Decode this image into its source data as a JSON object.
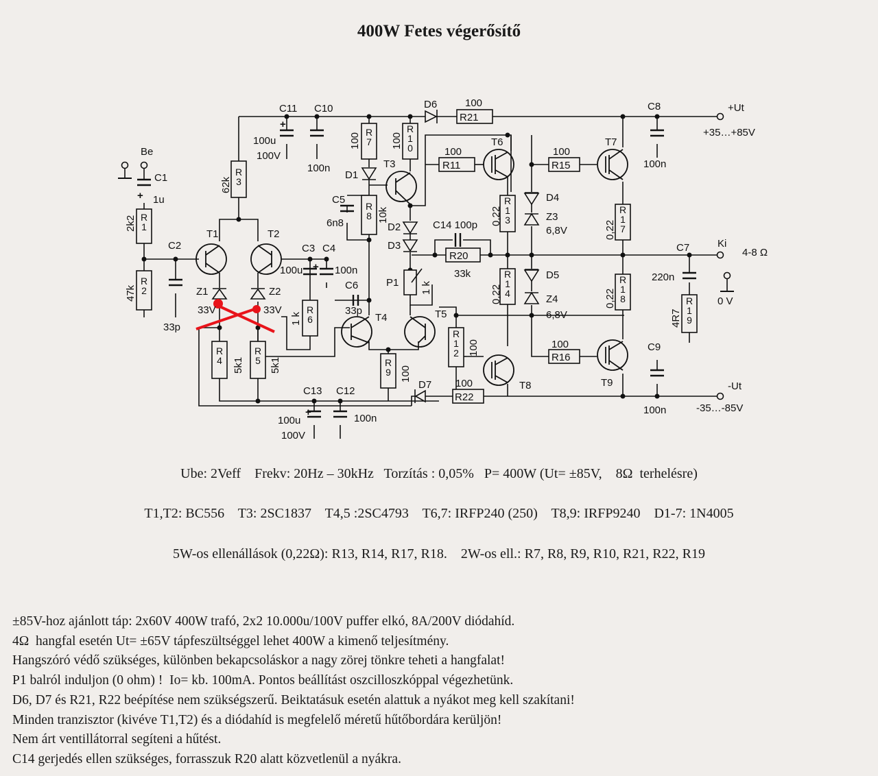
{
  "title": "400W Fetes végerősítő",
  "labels": {
    "be": "Be",
    "c1": "C1",
    "c1_val": "1u",
    "r2_val": "2k2",
    "r2_lbl": "R\n1",
    "c2": "C2",
    "c2_val": "33p",
    "r47k": "47k",
    "r2b": "R\n2",
    "r3_val": "62k",
    "r3": "R\n3",
    "t1": "T1",
    "t2": "T2",
    "z1": "Z1",
    "z2": "Z2",
    "z1_val": "33V",
    "z2_val": "33V",
    "r4": "R\n4",
    "r5": "R\n5",
    "r4_val": "5k1",
    "r5_val": "5k1",
    "c11": "C11",
    "c10": "C10",
    "c11_val1": "100u",
    "c11_val2": "100V",
    "c10_val": "100n",
    "c3": "C3",
    "c4": "C4",
    "c3_val": "100u",
    "c4_val": "100n",
    "r6": "R\n6",
    "r6_val": "1 k",
    "c6": "C6",
    "c6_val": "33p",
    "r7": "R\n7",
    "r7_val": "100",
    "d1": "D1",
    "c5": "C5",
    "c5_val": "6n8",
    "r8": "R\n8",
    "r8_val": "10k",
    "r10": "R\n1\n0",
    "r10_val": "100",
    "t3": "T3",
    "d2": "D2",
    "d3": "D3",
    "t4": "T4",
    "t5": "T5",
    "p1": "P1",
    "p1_val": "1 k",
    "r9": "R\n9",
    "r9_val": "100",
    "c13": "C13",
    "c12": "C12",
    "c13_val1": "100u",
    "c13_val2": "100V",
    "c12_val": "100n",
    "d6": "D6",
    "r21_val": "100",
    "r21": "R21",
    "d7": "D7",
    "r22_val": "100",
    "r22": "R22",
    "r11": "R11",
    "r11_val": "100",
    "t6": "T6",
    "c14": "C14 100p",
    "r20": "R20",
    "r20_val": "33k",
    "r12": "R\n1\n2",
    "r12_val": "100",
    "t8": "T8",
    "r13": "R\n1\n3",
    "r13_val": "0,22",
    "r14": "R\n1\n4",
    "r14_val": "0,22",
    "d4": "D4",
    "z3": "Z3",
    "z3_val": "6,8V",
    "d5": "D5",
    "z4": "Z4",
    "z4_val": "6,8V",
    "r15": "R15",
    "r15_val": "100",
    "r16": "R16",
    "r16_val": "100",
    "t7": "T7",
    "t9": "T9",
    "r17": "R\n1\n7",
    "r17_val": "0,22",
    "r18": "R\n1\n8",
    "r18_val": "0,22",
    "c8": "C8",
    "c8_val": "100n",
    "c9": "C9",
    "c9_val": "100n",
    "c7": "C7",
    "c7_val": "220n",
    "r19": "R\n1\n9",
    "r19_val": "4R7",
    "ki": "Ki",
    "ki_val": "4-8 Ω",
    "zero_v": "0 V",
    "plus_ut": "+Ut",
    "plus_range": "+35…+85V",
    "minus_ut": "-Ut",
    "minus_range": "-35…-85V"
  },
  "specs": [
    "Ube: 2Veff    Frekv: 20Hz – 30kHz   Torzítás : 0,05%   P= 400W (Ut= ±85V,    8Ω  terhelésre)",
    "T1,T2: BC556    T3: 2SC1837    T4,5 :2SC4793    T6,7: IRFP240 (250)    T8,9: IRFP9240    D1-7: 1N4005",
    "5W-os ellenállások (0,22Ω): R13, R14, R17, R18.    2W-os ell.: R7, R8, R9, R10, R21, R22, R19"
  ],
  "notes": [
    "±85V-hoz ajánlott táp: 2x60V 400W trafó, 2x2 10.000u/100V puffer elkó, 8A/200V diódahíd.",
    "4Ω  hangfal esetén Ut= ±65V tápfeszültséggel lehet 400W a kimenő teljesítmény.",
    "Hangszóró védő szükséges, különben bekapcsoláskor a nagy zörej tönkre teheti a hangfalat!",
    "P1 balról induljon (0 ohm) !  Io= kb. 100mA. Pontos beállítást oszcilloszkóppal végezhetünk.",
    "D6, D7 és R21, R22 beépítése nem szükségszerű. Beiktatásuk esetén alattuk a nyákot meg kell szakítani!",
    "Minden tranzisztor (kivéve T1,T2) és a diódahíd is megfelelő méretű hűtőbordára kerüljön!",
    "Nem árt ventillátorral segíteni a hűtést.",
    "C14 gerjedés ellen szükséges, forrasszuk R20 alatt közvetlenül a nyákra."
  ],
  "colors": {
    "ink": "#111111",
    "paper": "#f1eeeb",
    "mark": "#e8141a"
  }
}
